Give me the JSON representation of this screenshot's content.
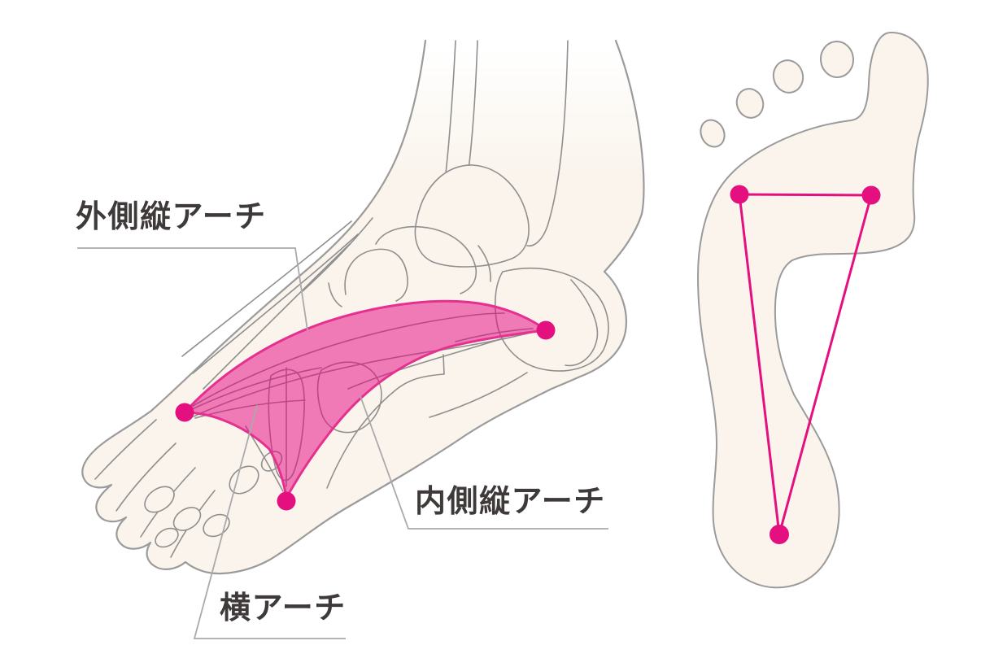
{
  "labels": {
    "lateral_arch": "外側縦アーチ",
    "medial_arch": "内側縦アーチ",
    "transverse_arch": "横アーチ"
  },
  "colors": {
    "arch_fill": "#e5007f",
    "arch_border": "#e5308f",
    "dot": "#e5107f",
    "outline_gray": "#9b9b9b",
    "bone_gray": "#8f8f8f",
    "leader_gray": "#aaaaaa",
    "text": "#3e3a39",
    "foot_fill": "#faf4ec"
  }
}
